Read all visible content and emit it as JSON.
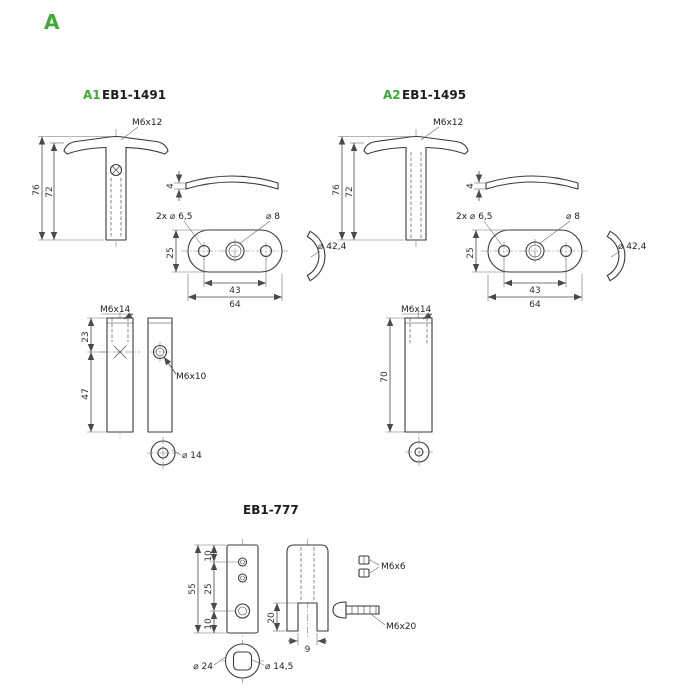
{
  "page": {
    "section_label": "A"
  },
  "colors": {
    "accent_green": "#3daa35",
    "line_dark": "#3a3a3a"
  },
  "parts": {
    "a1": {
      "id_label": "A1",
      "part_number": "EB1-1491",
      "dims": {
        "thread_top": "M6x12",
        "height_total": "76",
        "height_stem": "72",
        "cap_thickness": "4",
        "holes_outer": "2x ⌀ 6,5",
        "hole_center": "⌀ 8",
        "hole_spacing": "43",
        "plate_length": "64",
        "plate_width": "25",
        "cap_diameter": "⌀ 42,4",
        "thread_stud": "M6x14",
        "hole_offset": "23",
        "stud_lower": "47",
        "thread_side": "M6x10",
        "stud_diameter": "⌀ 14"
      }
    },
    "a2": {
      "id_label": "A2",
      "part_number": "EB1-1495",
      "dims": {
        "thread_top": "M6x12",
        "height_total": "76",
        "height_stem": "72",
        "cap_thickness": "4",
        "holes_outer": "2x ⌀ 6,5",
        "hole_center": "⌀ 8",
        "hole_spacing": "43",
        "plate_length": "64",
        "plate_width": "25",
        "cap_diameter": "⌀ 42,4",
        "thread_stud": "M6x14",
        "stud_length": "70"
      }
    },
    "eb777": {
      "part_number": "EB1-777",
      "dims": {
        "body_height": "55",
        "hole_top_offset": "10",
        "hole_spacing": "25",
        "hole_bottom_offset": "10",
        "slot_depth": "20",
        "slot_width": "9",
        "set_screw": "M6x6",
        "bolt": "M6x20",
        "outer_diameter": "⌀ 24",
        "inner_diameter": "⌀ 14,5"
      }
    }
  }
}
